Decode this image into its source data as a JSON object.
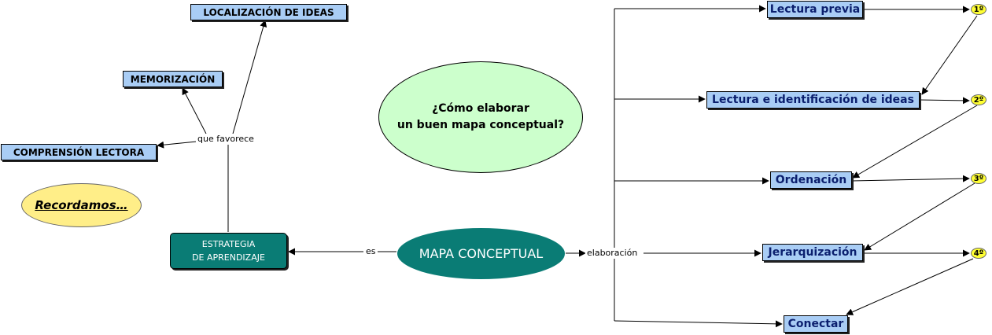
{
  "question": {
    "line1": "¿Cómo elaborar",
    "line2": "un buen mapa conceptual?"
  },
  "recordamos": "Recordamos…",
  "main_concept": "MAPA CONCEPTUAL",
  "strategy": {
    "line1": "ESTRATEGIA",
    "line2": "DE APRENDIZAJE"
  },
  "links": {
    "es": "es",
    "que_favorece": "que favorece",
    "elaboracion": "elaboración"
  },
  "benefits": {
    "localizacion": "LOCALIZACIÓN DE IDEAS",
    "memorizacion": "MEMORIZACIÓN",
    "comprension": "COMPRENSIÓN LECTORA"
  },
  "steps": {
    "lectura_previa": "Lectura previa",
    "lectura_identificacion": "Lectura e identificación de ideas",
    "ordenacion": "Ordenación",
    "jerarquizacion": "Jerarquización",
    "conectar": "Conectar"
  },
  "badges": {
    "b1": "1º",
    "b2": "2º",
    "b3": "3º",
    "b4": "4º"
  },
  "colors": {
    "box_blue": "#a9cdf5",
    "teal": "#0a7c75",
    "question_green": "#ccffcc",
    "badge_yellow": "#ffff33",
    "note_yellow": "#ffee88"
  }
}
